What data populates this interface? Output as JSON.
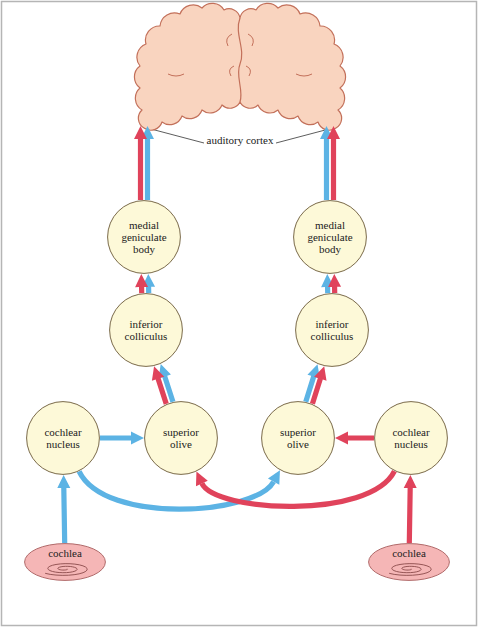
{
  "diagram": {
    "nodes": [
      {
        "text": [
          "auditory cortex"
        ]
      },
      {
        "text": [
          "medial geniculate body"
        ]
      },
      {
        "text": [
          "medial geniculate body"
        ]
      },
      {
        "text": [
          "inferior colliculus"
        ]
      },
      {
        "text": [
          "inferior colliculus"
        ]
      },
      {
        "text": [
          "cochlear nucleus"
        ]
      },
      {
        "text": [
          "superior olive"
        ]
      },
      {
        "text": [
          "superior olive"
        ]
      },
      {
        "text": [
          "cochlear nucleus"
        ]
      },
      {
        "text": [
          "cochlea"
        ]
      },
      {
        "text": [
          "cochlea"
        ]
      }
    ],
    "edges": [
      {
        "from": 9,
        "to": 5,
        "arrow": "to"
      },
      {
        "from": 10,
        "to": 8,
        "arrow": "to"
      },
      {
        "from": 5,
        "to": 6,
        "arrow": "to"
      },
      {
        "from": 5,
        "to": 7,
        "arrow": "to"
      },
      {
        "from": 8,
        "to": 7,
        "arrow": "to"
      },
      {
        "from": 8,
        "to": 6,
        "arrow": "to"
      },
      {
        "from": 6,
        "to": 3,
        "arrow": "to"
      },
      {
        "from": 6,
        "to": 3,
        "arrow": "to"
      },
      {
        "from": 7,
        "to": 4,
        "arrow": "to"
      },
      {
        "from": 7,
        "to": 4,
        "arrow": "to"
      },
      {
        "from": 3,
        "to": 1,
        "arrow": "to"
      },
      {
        "from": 3,
        "to": 1,
        "arrow": "to"
      },
      {
        "from": 4,
        "to": 2,
        "arrow": "to"
      },
      {
        "from": 4,
        "to": 2,
        "arrow": "to"
      },
      {
        "from": 1,
        "to": 0,
        "arrow": "to"
      },
      {
        "from": 1,
        "to": 0,
        "arrow": "to"
      },
      {
        "from": 2,
        "to": 0,
        "arrow": "to"
      },
      {
        "from": 2,
        "to": 0,
        "arrow": "to"
      }
    ]
  }
}
